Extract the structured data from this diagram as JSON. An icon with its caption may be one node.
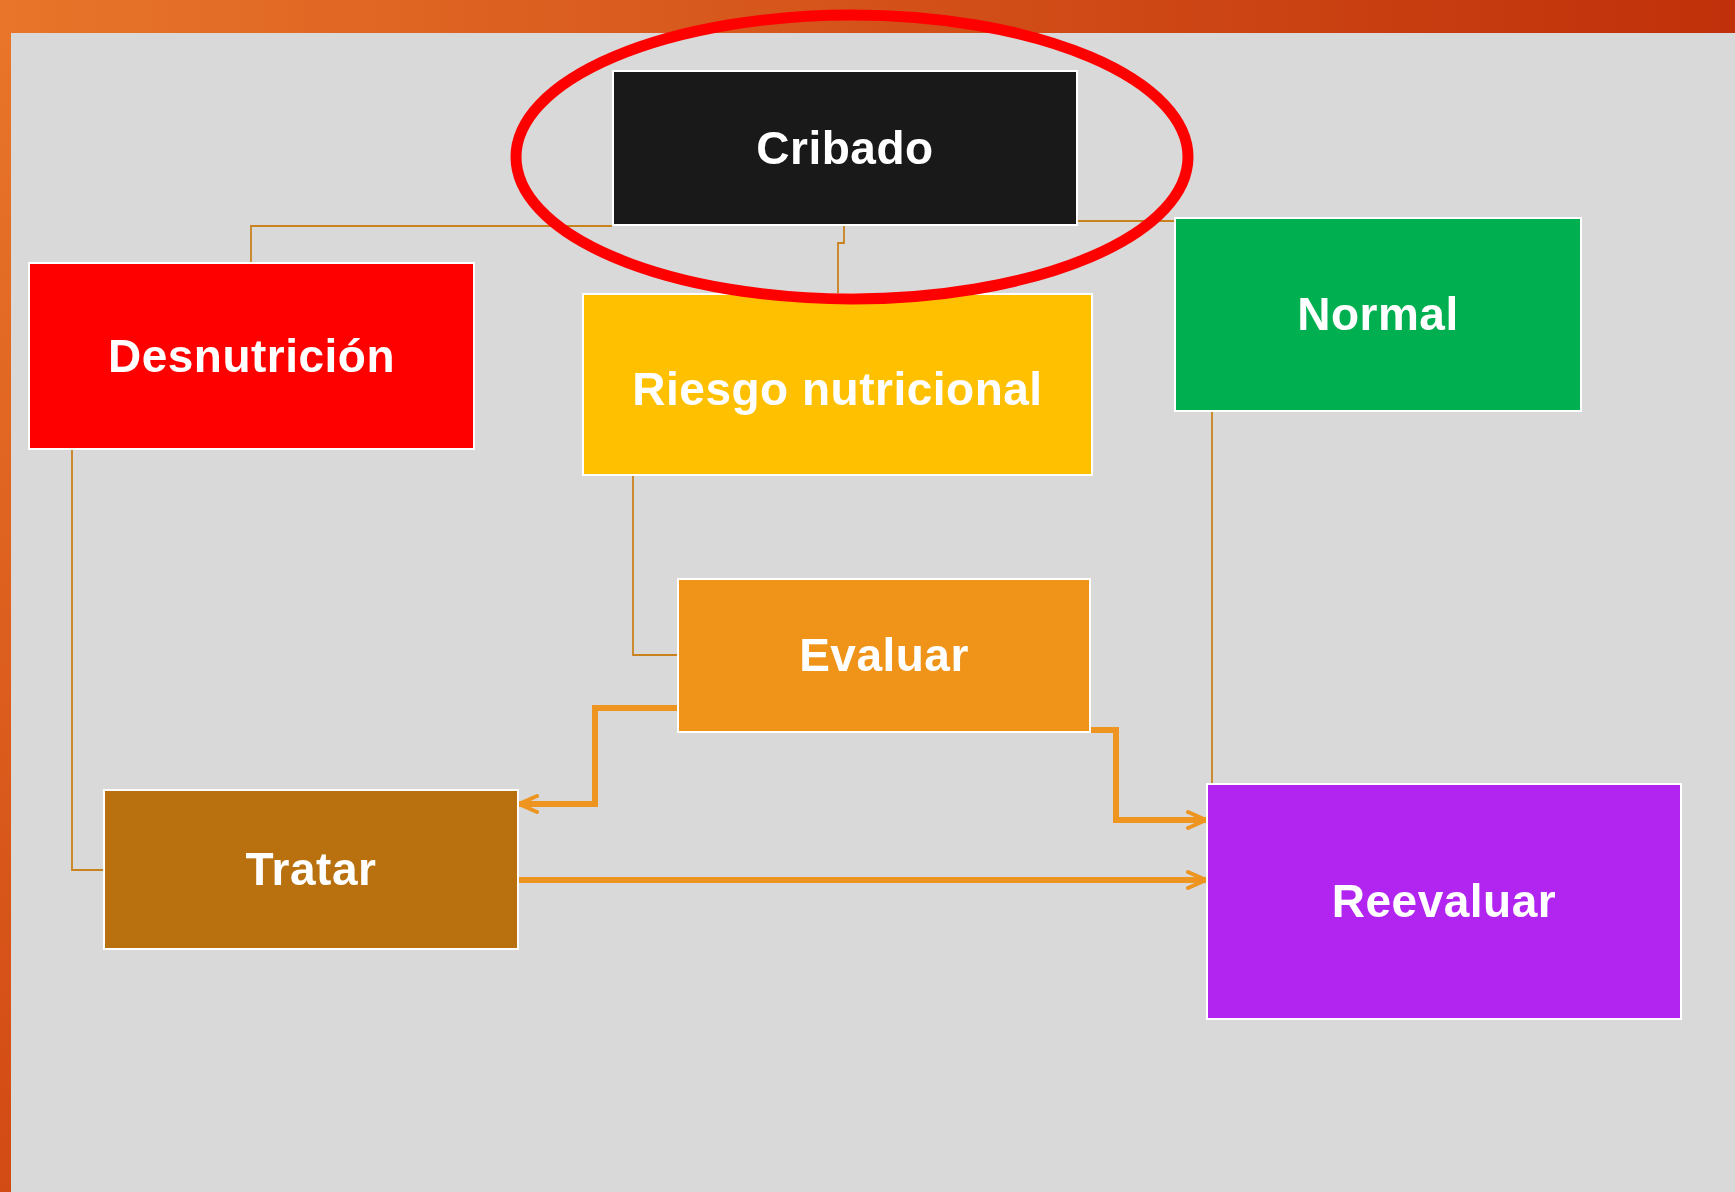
{
  "diagram": {
    "nodes": [
      {
        "text": [
          "Cribado"
        ]
      },
      {
        "text": [
          "Desnutrición"
        ]
      },
      {
        "text": [
          "Riesgo nutricional"
        ]
      },
      {
        "text": [
          "Normal"
        ]
      },
      {
        "text": [
          "Evaluar"
        ]
      },
      {
        "text": [
          "Tratar"
        ]
      },
      {
        "text": [
          "Reevaluar"
        ]
      }
    ],
    "edges": [
      {
        "from": 0,
        "to": 1,
        "arrow": "none"
      },
      {
        "from": 0,
        "to": 2,
        "arrow": "none"
      },
      {
        "from": 0,
        "to": 3,
        "arrow": "none"
      },
      {
        "from": 1,
        "to": 5,
        "arrow": "none"
      },
      {
        "from": 2,
        "to": 4,
        "arrow": "none"
      },
      {
        "from": 3,
        "to": 6,
        "arrow": "none"
      },
      {
        "from": 4,
        "to": 5,
        "arrow": "to",
        "style": "thick",
        "color": "#ee9420"
      },
      {
        "from": 4,
        "to": 6,
        "arrow": "to",
        "style": "thick",
        "color": "#ee9420"
      },
      {
        "from": 5,
        "to": 6,
        "arrow": "to",
        "style": "thick",
        "color": "#ee9420"
      }
    ]
  }
}
